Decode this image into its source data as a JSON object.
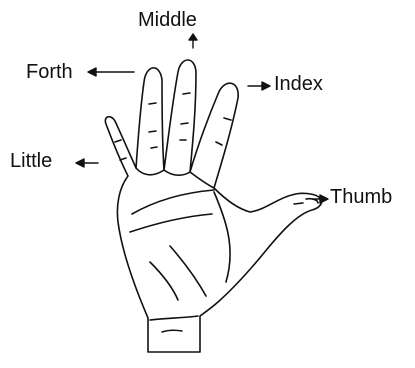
{
  "labels": {
    "middle": "Middle",
    "forth": "Forth",
    "index": "Index",
    "little": "Little",
    "thumb": "Thumb"
  },
  "colors": {
    "ink": "#111111",
    "background": "#ffffff"
  }
}
